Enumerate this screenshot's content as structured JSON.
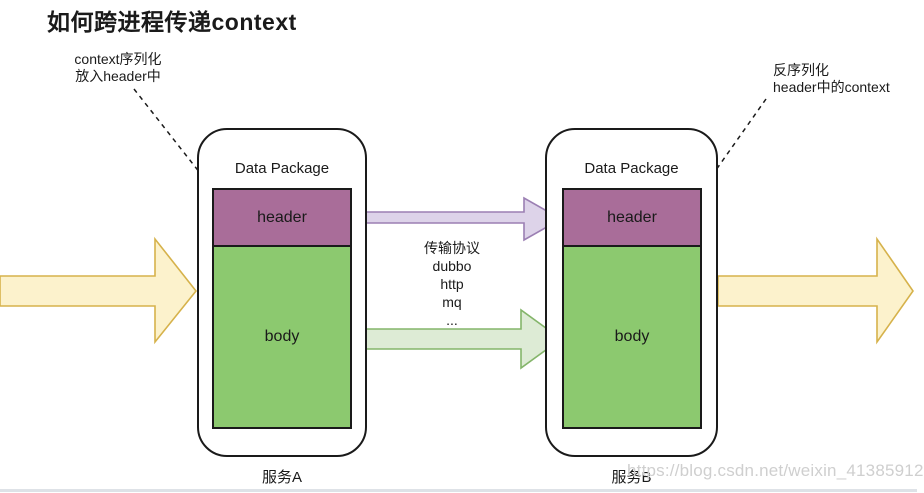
{
  "title": "如何跨进程传递context",
  "annotations": {
    "serialize": {
      "line1": "context序列化",
      "line2": "放入header中"
    },
    "deserialize": {
      "line1": "反序列化",
      "line2": "header中的context"
    }
  },
  "services": {
    "a": {
      "package_label": "Data Package",
      "header_label": "header",
      "body_label": "body",
      "caption": "服务A"
    },
    "b": {
      "package_label": "Data Package",
      "header_label": "header",
      "body_label": "body",
      "caption": "服务B"
    }
  },
  "protocols": {
    "title": "传输协议",
    "items": [
      "dubbo",
      "http",
      "mq",
      "..."
    ]
  },
  "watermark": "https://blog.csdn.net/weixin_41385912",
  "colors": {
    "header_fill": "#A96D99",
    "body_fill": "#8CC96F",
    "box_border": "#1a1a1a",
    "yellow_fill": "#FCF2CC",
    "yellow_border": "#D6B24B",
    "purple_fill": "#DDD3E9",
    "purple_border": "#9B7FB3",
    "green_fill": "#DDEBD5",
    "green_border": "#84B56A",
    "watermark": "#CFCFCF",
    "bottom_line": "#DEE2E7"
  }
}
